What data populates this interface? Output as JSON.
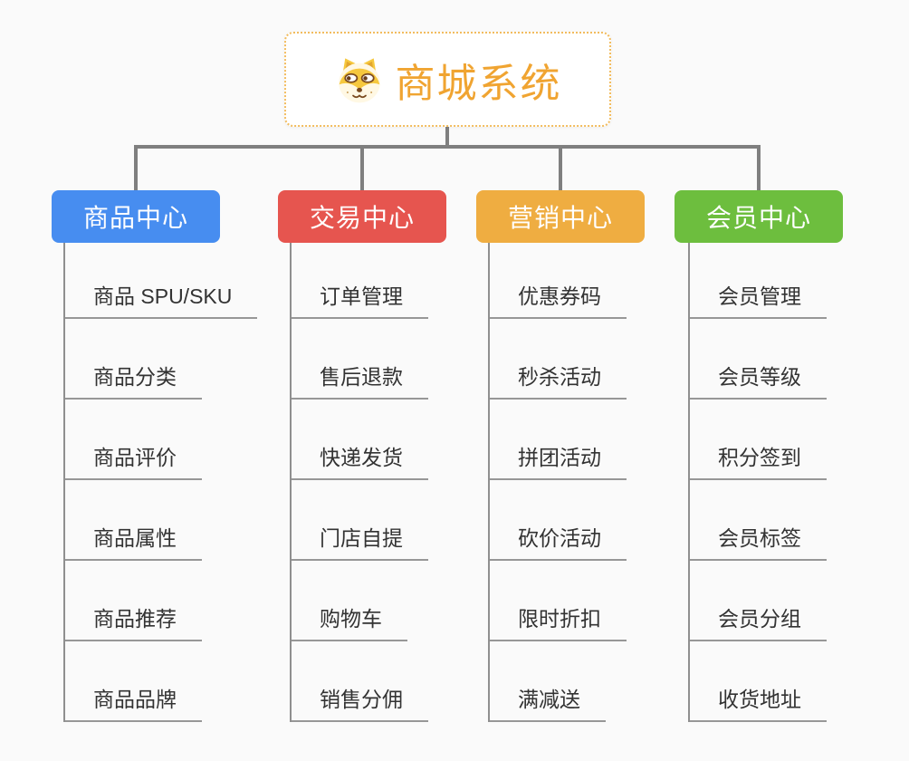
{
  "root": {
    "title": "商城系统",
    "icon": "shiba-dog-icon"
  },
  "branches": [
    {
      "label": "商品中心",
      "color": "#478DF0",
      "items": [
        "商品 SPU/SKU",
        "商品分类",
        "商品评价",
        "商品属性",
        "商品推荐",
        "商品品牌"
      ]
    },
    {
      "label": "交易中心",
      "color": "#E6554F",
      "items": [
        "订单管理",
        "售后退款",
        "快递发货",
        "门店自提",
        "购物车",
        "销售分佣"
      ]
    },
    {
      "label": "营销中心",
      "color": "#EFAD41",
      "items": [
        "优惠券码",
        "秒杀活动",
        "拼团活动",
        "砍价活动",
        "限时折扣",
        "满减送"
      ]
    },
    {
      "label": "会员中心",
      "color": "#6DBE3E",
      "items": [
        "会员管理",
        "会员等级",
        "积分签到",
        "会员标签",
        "会员分组",
        "收货地址"
      ]
    }
  ],
  "colors": {
    "background": "#FAFAFA",
    "connector": "#7F7F7F",
    "sub_line": "#8F8F8F",
    "underline": "#979797",
    "item_text": "#333333",
    "root_text": "#F0A431",
    "root_border": "#F2BC5E"
  }
}
